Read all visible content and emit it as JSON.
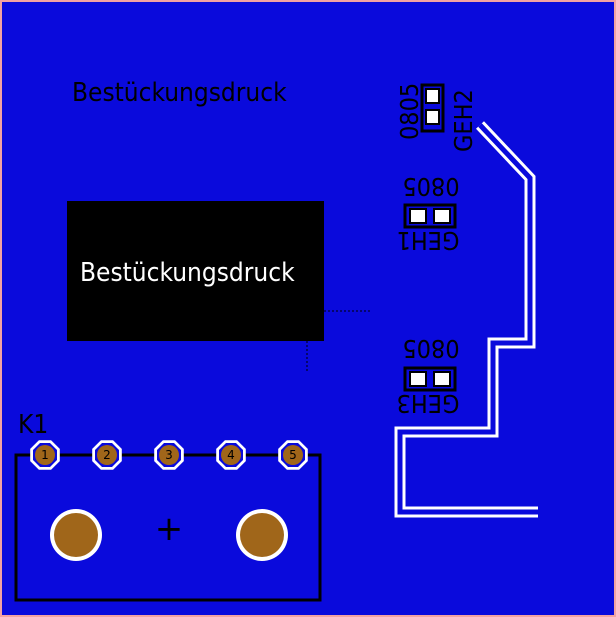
{
  "colors": {
    "board": "#0a0adc",
    "border": "#f3a2a2",
    "silkscreen": "#000000",
    "label_bg": "#000000",
    "label_text": "#ffffff",
    "pad_copper": "#a0661a",
    "trace_outline": "#ffffff"
  },
  "labels": {
    "silkscreen_title": "Bestückungsdruck",
    "label_box_text": "Bestückungsdruck",
    "connector_ref": "K1",
    "plus_sign": "+"
  },
  "components": [
    {
      "ref": "GEH2",
      "package": "0805"
    },
    {
      "ref": "GEH1",
      "package": "0805"
    },
    {
      "ref": "GEH3",
      "package": "0805"
    }
  ],
  "connector": {
    "ref": "K1",
    "pins": [
      "1",
      "2",
      "3",
      "4",
      "5"
    ],
    "mounting_holes": 2
  }
}
